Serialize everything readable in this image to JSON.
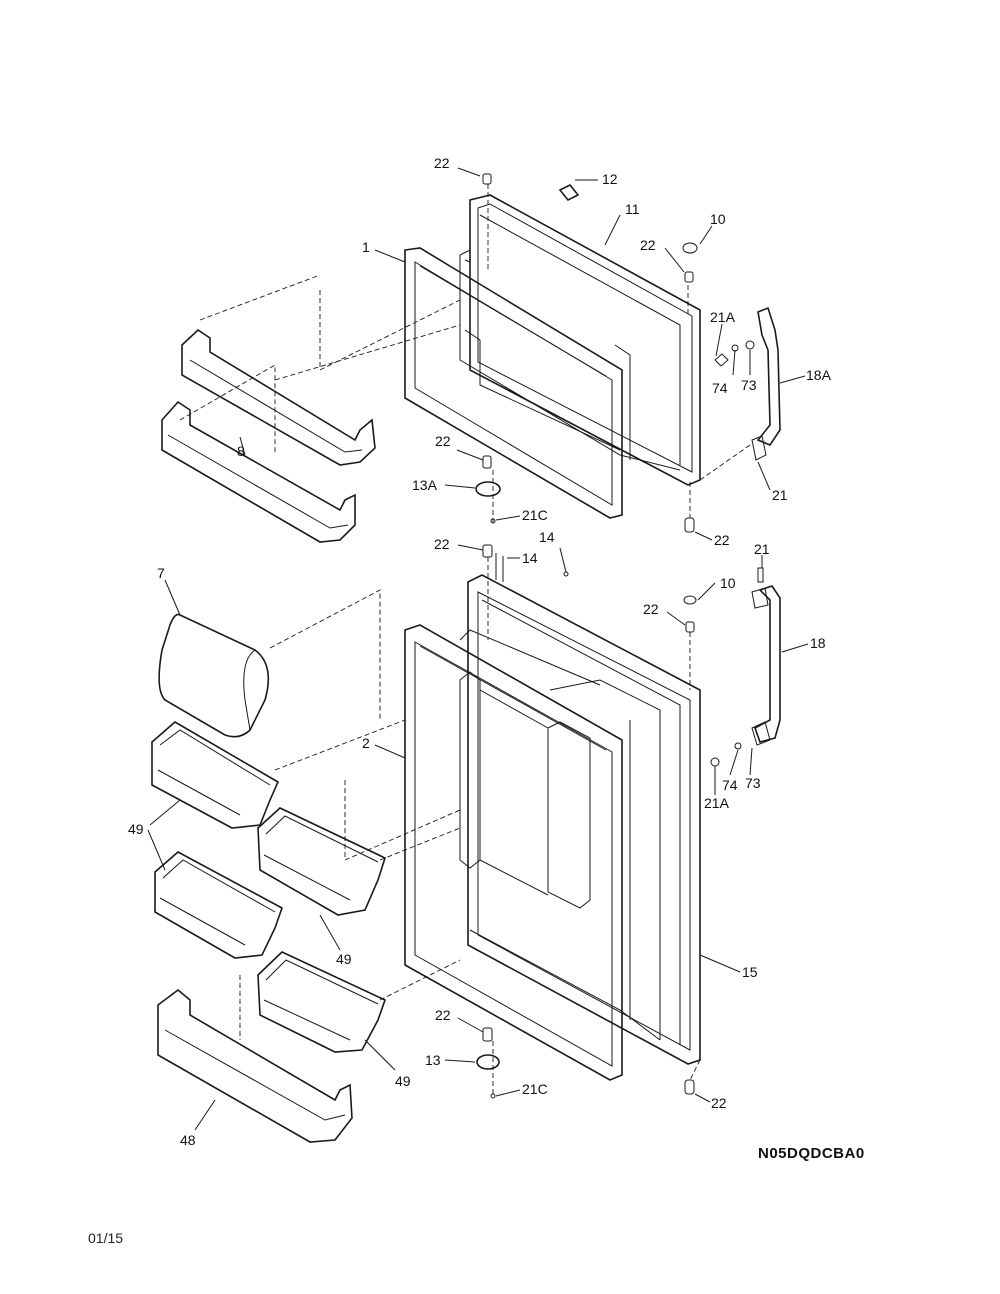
{
  "diagram_code": "N05DQDCBA0",
  "page_ref": "01/15",
  "callouts": [
    {
      "id": "c-22-a",
      "text": "22"
    },
    {
      "id": "c-12",
      "text": "12"
    },
    {
      "id": "c-11",
      "text": "11"
    },
    {
      "id": "c-10-a",
      "text": "10"
    },
    {
      "id": "c-22-b",
      "text": "22"
    },
    {
      "id": "c-1",
      "text": "1"
    },
    {
      "id": "c-21a-a",
      "text": "21A"
    },
    {
      "id": "c-74-a",
      "text": "74"
    },
    {
      "id": "c-73-a",
      "text": "73"
    },
    {
      "id": "c-18a",
      "text": "18A"
    },
    {
      "id": "c-8",
      "text": "8"
    },
    {
      "id": "c-22-c",
      "text": "22"
    },
    {
      "id": "c-13a",
      "text": "13A"
    },
    {
      "id": "c-21c-a",
      "text": "21C"
    },
    {
      "id": "c-21-a",
      "text": "21"
    },
    {
      "id": "c-22-d",
      "text": "22"
    },
    {
      "id": "c-14-a",
      "text": "14"
    },
    {
      "id": "c-22-e",
      "text": "22"
    },
    {
      "id": "c-14-b",
      "text": "14"
    },
    {
      "id": "c-21-b",
      "text": "21"
    },
    {
      "id": "c-7",
      "text": "7"
    },
    {
      "id": "c-10-b",
      "text": "10"
    },
    {
      "id": "c-22-f",
      "text": "22"
    },
    {
      "id": "c-18",
      "text": "18"
    },
    {
      "id": "c-2",
      "text": "2"
    },
    {
      "id": "c-74-b",
      "text": "74"
    },
    {
      "id": "c-73-b",
      "text": "73"
    },
    {
      "id": "c-21a-b",
      "text": "21A"
    },
    {
      "id": "c-49-a",
      "text": "49"
    },
    {
      "id": "c-49-b",
      "text": "49"
    },
    {
      "id": "c-49-c",
      "text": "49"
    },
    {
      "id": "c-15",
      "text": "15"
    },
    {
      "id": "c-22-g",
      "text": "22"
    },
    {
      "id": "c-13",
      "text": "13"
    },
    {
      "id": "c-21c-b",
      "text": "21C"
    },
    {
      "id": "c-22-h",
      "text": "22"
    },
    {
      "id": "c-48",
      "text": "48"
    }
  ]
}
